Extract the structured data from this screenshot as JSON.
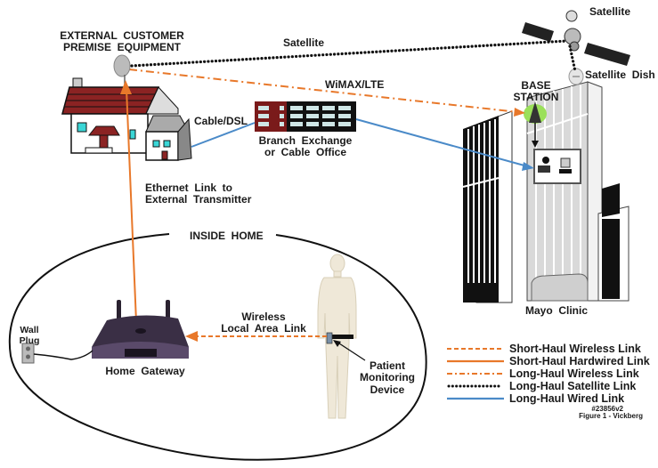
{
  "labels": {
    "external_cpe": "EXTERNAL  CUSTOMER\nPREMISE  EQUIPMENT",
    "satellite_link": "Satellite",
    "satellite": "Satellite",
    "satellite_dish": "Satellite  Dish",
    "wimax_lte": "WiMAX/LTE",
    "base_station": "BASE\nSTATION",
    "cable_dsl": "Cable/DSL",
    "branch_exchange": "Branch  Exchange\nor  Cable  Office",
    "ethernet_link": "Ethernet  Link  to\nExternal  Transmitter",
    "inside_home": "INSIDE  HOME",
    "wireless_lan": "Wireless\nLocal  Area  Link",
    "wall_plug": "Wall\nPlug",
    "home_gateway": "Home  Gateway",
    "patient_device": "Patient\nMonitoring\nDevice",
    "mayo_clinic": "Mayo  Clinic"
  },
  "legend": [
    {
      "label": "Short-Haul  Wireless  Link",
      "style": "dashed",
      "color": "#e8782a"
    },
    {
      "label": "Short-Haul  Hardwired  Link",
      "style": "solid",
      "color": "#e8782a"
    },
    {
      "label": "Long-Haul  Wireless  Link",
      "style": "dash-dot",
      "color": "#e8782a"
    },
    {
      "label": "Long-Haul  Satellite  Link",
      "style": "dotted",
      "color": "#111111"
    },
    {
      "label": "Long-Haul  Wired  Link",
      "style": "solid",
      "color": "#4a8ac8"
    }
  ],
  "figure_id": "#23856v2",
  "figure_caption": "Figure 1 - Vickberg",
  "colors": {
    "short_haul": "#e8782a",
    "wired": "#4a8ac8",
    "satellite": "#111111",
    "roof": "#8b2323",
    "window": "#3ad6d6",
    "base_station_glow": "#9be05a",
    "body": "#efe8d8"
  }
}
